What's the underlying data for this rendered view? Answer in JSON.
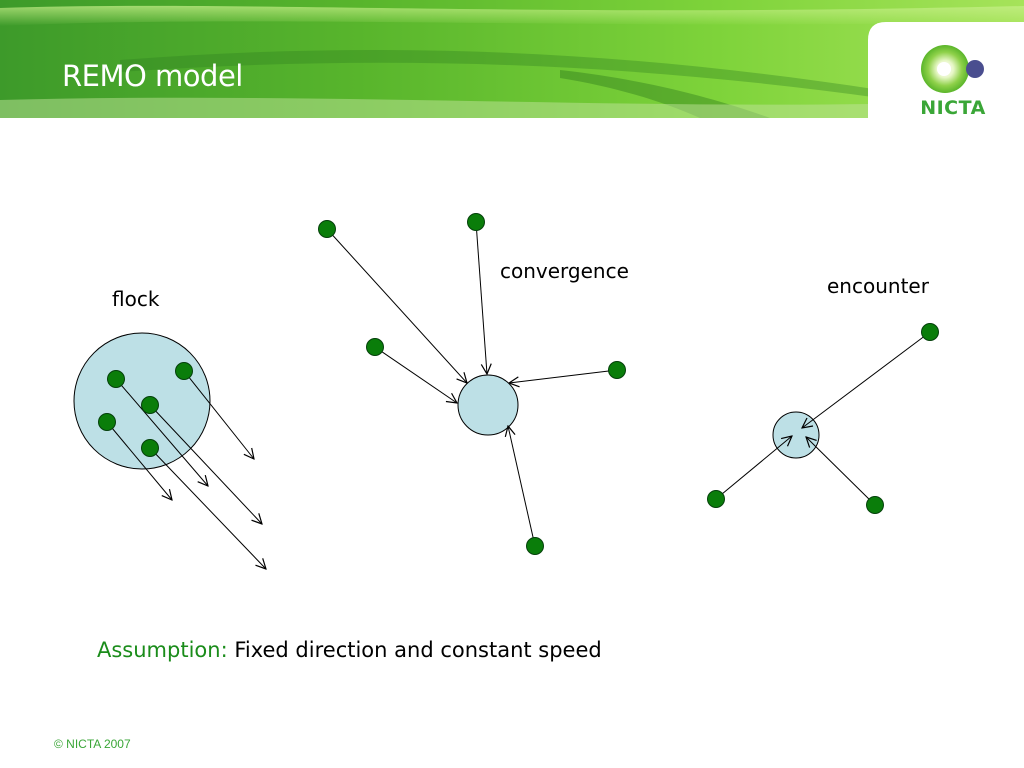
{
  "slide": {
    "title": "REMO model",
    "logo_text": "NICTA",
    "footer": "© NICTA 2007"
  },
  "colors": {
    "node_fill": "#0a7d0a",
    "region_fill": "#bde0e6",
    "accent_green": "#3aa637"
  },
  "diagram": {
    "flock_label": "flock",
    "convergence_label": "convergence",
    "encounter_label": "encounter"
  },
  "assumption": {
    "label": "Assumption:",
    "text": "Fixed direction and constant speed"
  }
}
